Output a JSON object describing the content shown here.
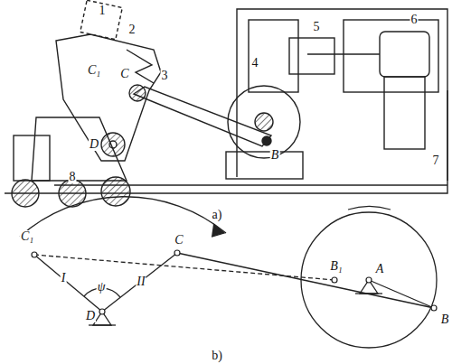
{
  "diagram": {
    "labels": [
      "1",
      "2",
      "C₁",
      "C",
      "3",
      "4",
      "5",
      "6",
      "D",
      "B",
      "7",
      "8",
      "a)",
      "C₁",
      "C",
      "B₁",
      "A",
      "B",
      "I",
      "ψ",
      "II",
      "D",
      "b)"
    ]
  }
}
